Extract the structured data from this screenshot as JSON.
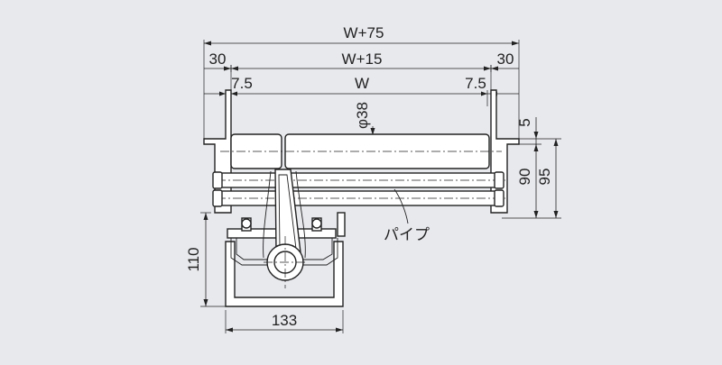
{
  "dimensions": {
    "overall_width": "W+75",
    "frame_width": "W+15",
    "left_flange": "30",
    "right_flange": "30",
    "left_offset": "7.5",
    "roller_length": "W",
    "right_offset": "7.5",
    "roller_diameter": "φ38",
    "top_offset": "5",
    "height_inner": "90",
    "height_outer": "95",
    "bracket_height": "110",
    "bracket_width": "133"
  },
  "labels": {
    "pipe": "パイプ"
  },
  "colors": {
    "background": "#e8e9ed",
    "line": "#222222",
    "part_fill": "#ffffff"
  }
}
